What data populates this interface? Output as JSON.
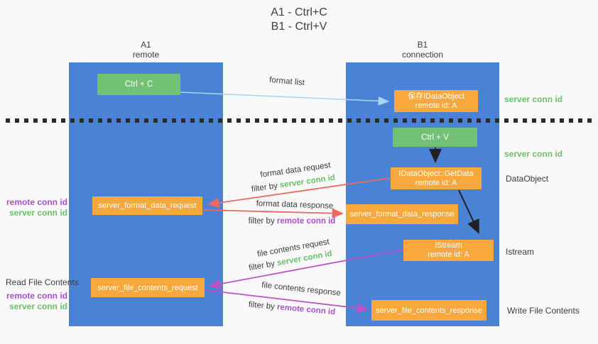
{
  "title": {
    "line1": "A1 - Ctrl+C",
    "line2": "B1 - Ctrl+V"
  },
  "lanes": {
    "left": {
      "header_line1": "A1",
      "header_line2": "remote"
    },
    "right": {
      "header_line1": "B1",
      "header_line2": "connection"
    }
  },
  "boxes": {
    "ctrl_c": {
      "label": "Ctrl + C"
    },
    "save_idataobject": {
      "line1": "保存IDataObject",
      "line2": "remote id: A"
    },
    "ctrl_v": {
      "label": "Ctrl + V"
    },
    "idataobject_getdata": {
      "line1": "IDataObject::GetData",
      "line2": "remote id: A"
    },
    "server_format_data_request": {
      "label": "server_format_data_request"
    },
    "server_format_data_response": {
      "label": "server_format_data_response"
    },
    "istream": {
      "line1": "IStream",
      "line2": "remote id: A"
    },
    "server_file_contents_request": {
      "label": "server_file_contents_request"
    },
    "server_file_contents_response": {
      "label": "server_file_contents_response"
    }
  },
  "arrow_labels": {
    "format_list": "format list",
    "format_data_request": "format data request",
    "format_data_response": "format data response",
    "file_contents_request": "file contents request",
    "file_contents_response": "file contents response",
    "filter_by_prefix": "filter by ",
    "server_conn_id": "server conn id",
    "remote_conn_id": "remote conn id"
  },
  "side_labels": {
    "left_remote_conn_id_1": "remote conn id",
    "left_server_conn_id_1": "server conn id",
    "read_file_contents": "Read File Contents",
    "left_remote_conn_id_2": "remote conn id",
    "left_server_conn_id_2": "server conn id",
    "right_server_conn_id_1": "server conn id",
    "right_server_conn_id_2": "server conn id",
    "dataobject": "DataObject",
    "istream": "Istream",
    "write_file_contents": "Write File Contents"
  },
  "colors": {
    "background": "#f9f9f9",
    "lane_blue": "#4a82d6",
    "box_green": "#72c175",
    "box_orange": "#f8a83d",
    "arrow_salmon": "#e96b5f",
    "arrow_magenta": "#bd53c6",
    "arrow_lightblue": "#a9d5f2",
    "arrow_black": "#212121",
    "text_green": "#6abf6a",
    "text_purple": "#ab4fd1"
  }
}
